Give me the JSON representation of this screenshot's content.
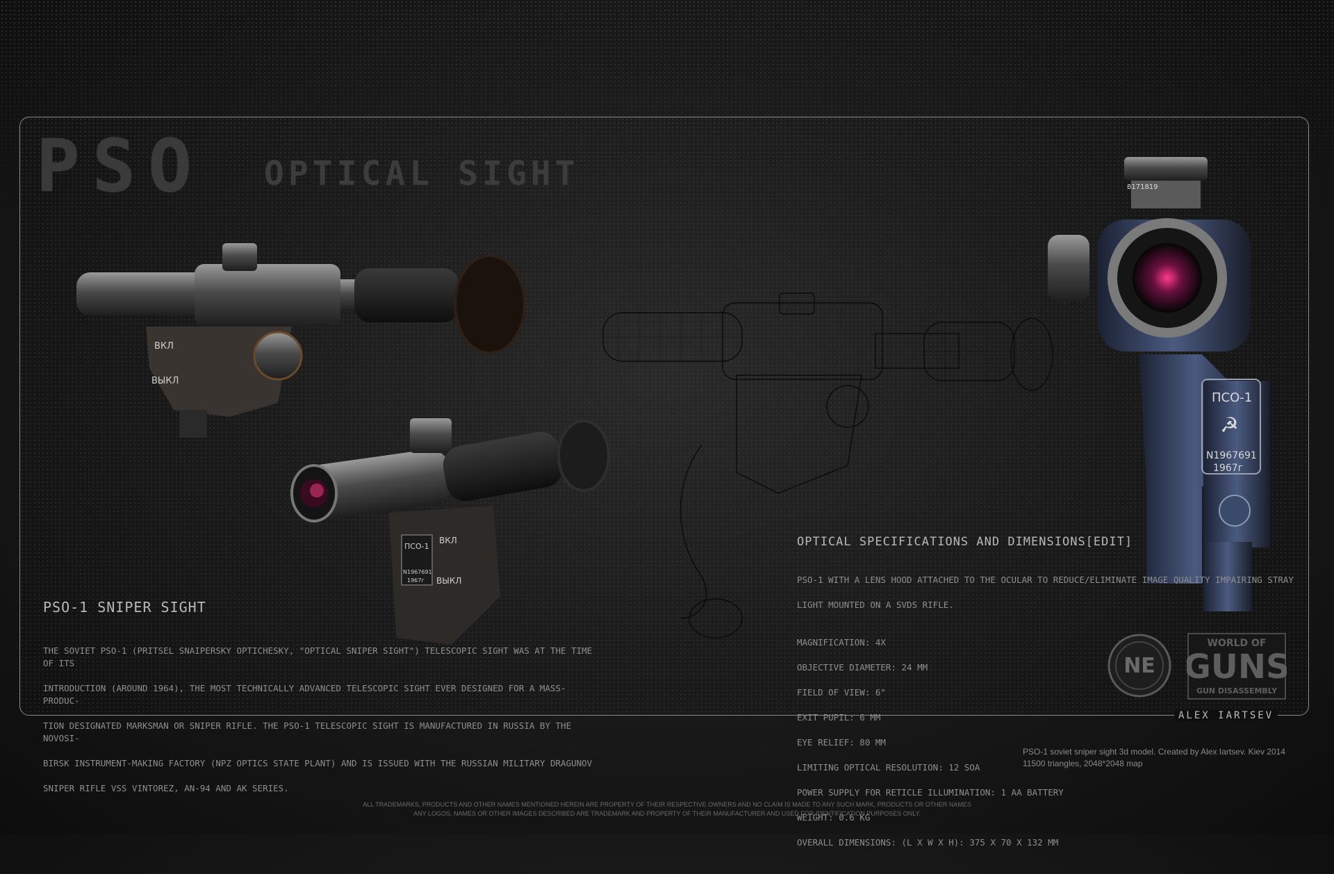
{
  "header": {
    "title_main": "PSO",
    "title_sub": "OPTICAL SIGHT"
  },
  "left_panel": {
    "heading": "PSO-1 SNIPER SIGHT",
    "description_lines": [
      "THE SOVIET PSO-1 (PRITSEL SNAIPERSKY OPTICHESKY, \"OPTICAL SNIPER SIGHT\") TELESCOPIC SIGHT WAS AT THE TIME OF ITS",
      "INTRODUCTION (AROUND 1964), THE MOST TECHNICALLY ADVANCED TELESCOPIC SIGHT EVER DESIGNED FOR A MASS-PRODUC-",
      "TION DESIGNATED MARKSMAN OR SNIPER RIFLE. THE PSO-1 TELESCOPIC SIGHT IS MANUFACTURED IN RUSSIA BY THE NOVOSI-",
      "BIRSK INSTRUMENT-MAKING FACTORY (NPZ OPTICS STATE PLANT) AND IS ISSUED WITH THE RUSSIAN MILITARY DRAGUNOV",
      "SNIPER RIFLE VSS VINTOREZ, AN-94 AND AK SERIES."
    ]
  },
  "specs": {
    "heading": "OPTICAL SPECIFICATIONS AND DIMENSIONS[EDIT]",
    "intro_lines": [
      "PSO-1 WITH A LENS HOOD ATTACHED TO THE OCULAR TO REDUCE/ELIMINATE IMAGE QUALITY IMPAIRING STRAY",
      "LIGHT MOUNTED ON A SVDS RIFLE."
    ],
    "items": [
      "MAGNIFICATION: 4X",
      "OBJECTIVE DIAMETER: 24 MM",
      "FIELD OF VIEW: 6°",
      "EXIT PUPIL: 6 MM",
      "EYE RELIEF: 80 MM",
      "LIMITING OPTICAL RESOLUTION: 12 SOA",
      "POWER SUPPLY FOR RETICLE ILLUMINATION: 1 AA BATTERY",
      "WEIGHT: 0.6 KG",
      "OVERALL DIMENSIONS: (L X W X H): 375 X 70 X 132 MM"
    ]
  },
  "scope_markings": {
    "switch_on": "ВКЛ",
    "switch_off": "ВЫКЛ",
    "model": "ПСО-1",
    "serial": "N1967691",
    "year": "1967г",
    "top_serial": "8171819"
  },
  "logos": {
    "ne": "NE",
    "wog_top": "WORLD OF",
    "wog_main": "GUNS",
    "wog_bottom": "GUN DISASSEMBLY"
  },
  "signature": "ALEX IARTSEV",
  "credits": [
    "PSO-1 soviet sniper sight 3d model. Created by Alex Iartsev. Kiev 2014",
    "11500 triangles, 2048*2048 map"
  ],
  "legal": [
    "ALL TRADEMARKS, PRODUCTS AND OTHER NAMES MENTIONED HEREIN ARE PROPERTY OF THEIR RESPECTIVE OWNERS AND NO CLAIM IS MADE TO ANY SUCH MARK, PRODUCTS OR OTHER NAMES",
    "ANY LOGOS, NAMES OR OTHER IMAGES DESCRIBED ARE TRADEMARK AND PROPERTY OF THEIR MANUFACTURER AND USED FOR IDENTIFICATION PURPOSES ONLY."
  ],
  "colors": {
    "frame": "#8c8c8c",
    "metal": "#5a5a5a",
    "lens": "#c0306a",
    "blue_steel": "#3a4a6a"
  }
}
